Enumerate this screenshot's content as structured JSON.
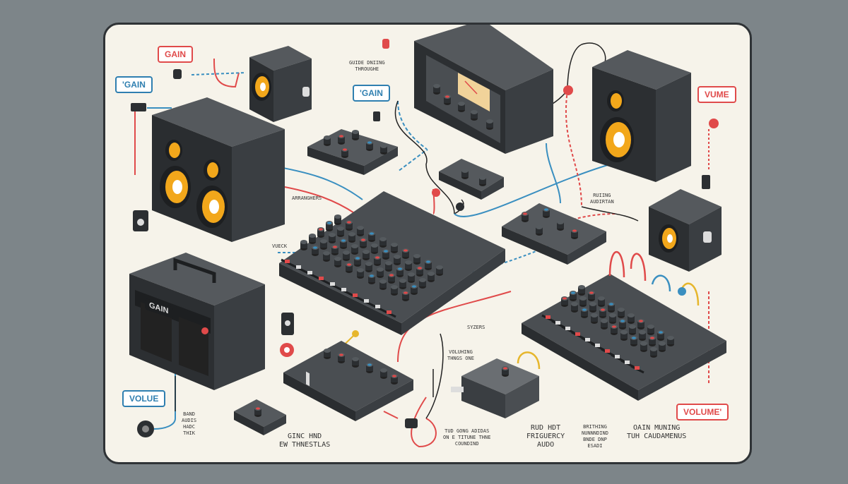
{
  "labels": {
    "gain_top": "GAIN",
    "gain_left": "'GAIN",
    "gain_mid": "'GAIN",
    "vume": "VUME",
    "volue": "VOLUE",
    "volume_right": "VOLUME'",
    "amp_panel": "GAIN"
  },
  "captions": {
    "c1": "GUIDE DNIING\nTHROUGHE",
    "c2": "ARRANGHERS",
    "c3": "VUECK",
    "c4": "SYZERS",
    "c5": "VOLUHING\nTHNGS ONE",
    "c6": "RUIING\nAUDIRTAN",
    "c7": "GINC HND\nEW THNESTLAS",
    "c8": "BAND\nAUDIS\nHADC\nTHIK",
    "c9": "TUD GONG ADIDAS\nON E TITUNE THNE\nCOUNDIND",
    "c10": "RUD HDT\nFRIGUERCY\nAUDO",
    "c11": "BRITHING\nNUNNNDIND\nBNDE DNP\nESADI",
    "c12": "OAIN MUNING\nTUH CAUDAMENUS"
  },
  "colors": {
    "background": "#7d8589",
    "panel": "#f6f3ea",
    "device_dark": "#3a3e42",
    "speaker_cone": "#f2a71b",
    "cable_red": "#e04a4a",
    "cable_blue": "#3a8fc0",
    "cable_yellow": "#e6b62c"
  },
  "icons": {
    "speaker": "speaker-icon",
    "mixer": "mixer-icon",
    "amplifier": "amplifier-icon",
    "receiver": "receiver-icon",
    "effects_pedal": "pedal-icon",
    "connector": "connector-icon"
  }
}
